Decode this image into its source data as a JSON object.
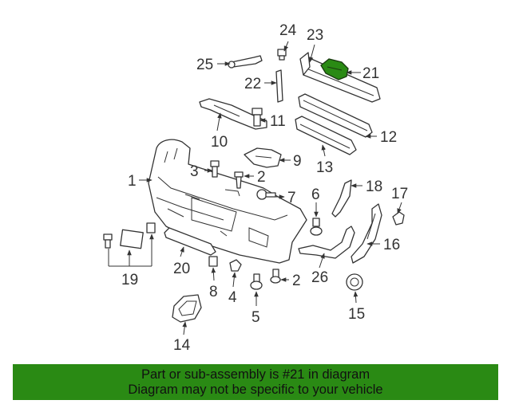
{
  "highlight_color": "#2a8a14",
  "callouts": [
    "1",
    "2",
    "2",
    "3",
    "4",
    "5",
    "6",
    "7",
    "8",
    "9",
    "10",
    "11",
    "12",
    "13",
    "14",
    "15",
    "16",
    "17",
    "18",
    "19",
    "20",
    "21",
    "22",
    "23",
    "24",
    "25",
    "26"
  ],
  "footer": {
    "line1": "Part or sub-assembly is #21 in diagram",
    "line2": "Diagram may not be specific to your vehicle"
  }
}
